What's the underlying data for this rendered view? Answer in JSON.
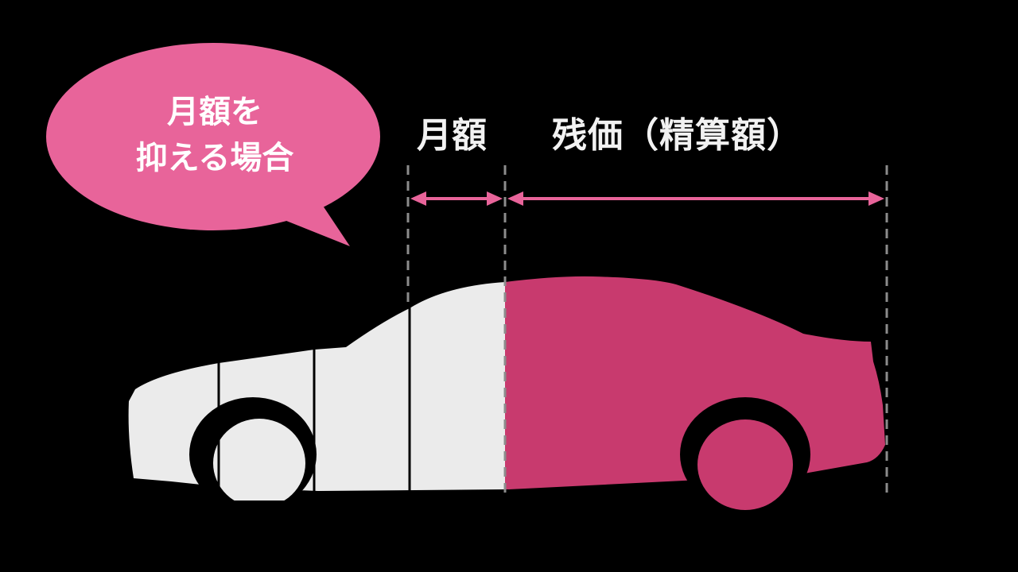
{
  "bubble": {
    "line1": "月額を",
    "line2": "抑える場合"
  },
  "labels": {
    "monthly": "月額",
    "residual": "残価（精算額）"
  },
  "colors": {
    "accent": "#e8649a",
    "residual_fill": "#c83a6e",
    "body_fill": "#ebebeb",
    "guide": "#8c8c8c"
  }
}
